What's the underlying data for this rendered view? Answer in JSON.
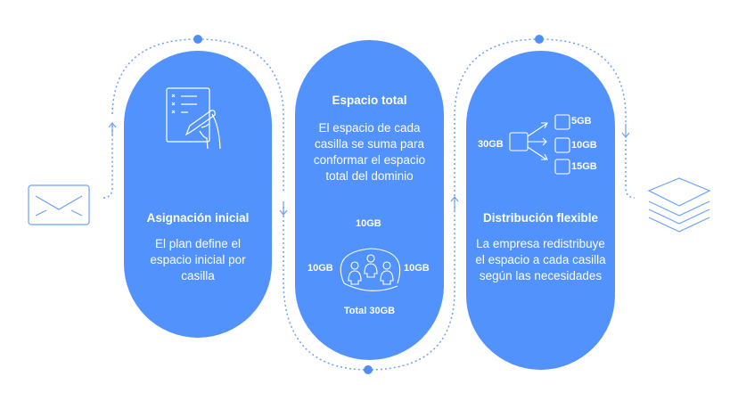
{
  "steps": [
    {
      "title": "Asignación inicial",
      "description": "El plan define el espacio inicial por casilla"
    },
    {
      "title": "Espacio total",
      "description": "El espacio de cada casilla se suma para conformar el espacio total del dominio",
      "diagram": {
        "top": "10GB",
        "left": "10GB",
        "right": "10GB",
        "total": "Total 30GB"
      }
    },
    {
      "title": "Distribución flexible",
      "description": "La empresa redistribuye el espacio a cada casilla según las necesidades",
      "diagram": {
        "source": "30GB",
        "targets": [
          "5GB",
          "10GB",
          "15GB"
        ]
      }
    }
  ],
  "colors": {
    "accent": "#5192fc",
    "line": "#6aa2fb"
  }
}
